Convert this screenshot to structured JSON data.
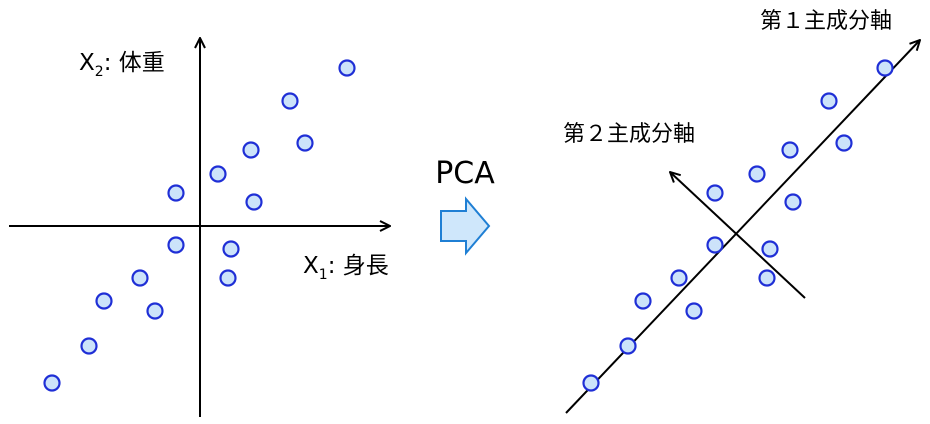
{
  "colors": {
    "point_fill": "#cce3fa",
    "point_stroke": "#1f2fd6",
    "arrow_fill": "#cfe7fb",
    "arrow_stroke": "#1f7fd4",
    "axis": "#000000"
  },
  "left_plot": {
    "x_axis_label_main": "X",
    "x_axis_label_sub": "1",
    "x_axis_label_rest": ": 身長",
    "y_axis_label_main": "X",
    "y_axis_label_sub": "2",
    "y_axis_label_rest": ": 体重"
  },
  "transform": {
    "label": "PCA",
    "icon": "right-arrow-icon"
  },
  "right_plot": {
    "pc1_label": "第１主成分軸",
    "pc2_label": "第２主成分軸"
  }
}
